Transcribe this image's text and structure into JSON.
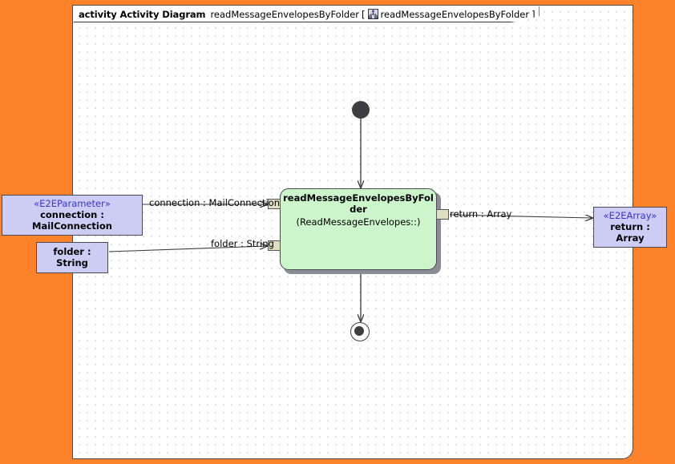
{
  "canvas": {
    "background_color": "#fd8229",
    "frame_background": "#ffffff",
    "grid": "dot-grid"
  },
  "frame": {
    "keyword": "activity Activity Diagram",
    "name": "readMessageEnvelopesByFolder",
    "bracket_open": "[",
    "icon": "activity-diagram-icon",
    "qualified_name": "readMessageEnvelopesByFolder",
    "bracket_close": "]"
  },
  "activity_node": {
    "title": "readMessageEnvelopesByFolder",
    "subtitle": "(ReadMessageEnvelopes::)",
    "fill_color": "#ccf5cc",
    "border_color": "#4a4a52"
  },
  "nodes": {
    "initial": "initial-node",
    "final": "activity-final-node"
  },
  "pins": {
    "connection": "input-pin-connection",
    "folder": "input-pin-folder",
    "return": "output-pin-return",
    "fill_color": "#dedec2"
  },
  "parameters": [
    {
      "id": "connection",
      "stereotype": "«E2EParameter»",
      "label": "connection : MailConnection",
      "fill_color": "#ccccf5",
      "stereotype_color": "#3838c8"
    },
    {
      "id": "folder",
      "stereotype": "",
      "label": "folder : String",
      "fill_color": "#ccccf5"
    },
    {
      "id": "return",
      "stereotype": "«E2EArray»",
      "label": "return : Array",
      "fill_color": "#ccccf5",
      "stereotype_color": "#3838c8"
    }
  ],
  "edge_labels": {
    "connection": "connection : MailConnection",
    "folder": "folder : String",
    "return": "return : Array"
  }
}
